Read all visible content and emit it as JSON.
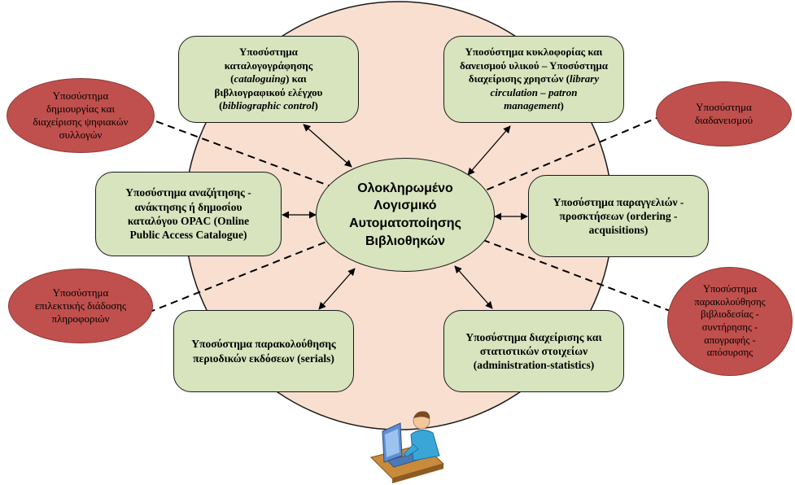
{
  "center": {
    "label": "Ολοκληρωμένο\nΛογισμικό\nΑυτοματοποίησης\nΒιβλιοθηκών"
  },
  "modules": {
    "cataloguing": {
      "line1": "Υποσύστημα\nκαταλογογράφησης\n(",
      "em1": "cataloguing",
      "line2": ") και\nβιβλιογραφικού ελέγχου\n(",
      "em2": "bibliographic control",
      "line3": ")"
    },
    "circulation": {
      "line1": "Υποσύστημα κυκλοφορίας και\nδανεισμού υλικού – Υποσύστημα\nδιαχείρισης χρηστών (",
      "em1": "library\ncirculation – patron\nmanagement",
      "line2": ")"
    },
    "opac": "Υποσύστημα αναζήτησης -\nανάκτησης ή δημοσίου\nκαταλόγου OPAC (Online\nPublic Access Catalogue)",
    "ordering": "Υποσύστημα παραγγελιών -\nπροσκτήσεων (ordering -\nacquisitions)",
    "serials": "Υποσύστημα παρακολούθησης\nπεριοδικών εκδόσεων (serials)",
    "administration": "Υποσύστημα διαχείρισης και\nστατιστικών στοιχείων\n(administration-statistics)"
  },
  "extensions": {
    "digital_collections": "Υποσύστημα\nδημιουργίας και\nδιαχείρισης ψηφιακών\nσυλλογών",
    "interlending": "Υποσύστημα\nδιαδανεισμού",
    "sdi": "Υποσύστημα\nεπιλεκτικής διάδοσης\nπληροφοριών",
    "preservation": "Υποσύστημα\nπαρακολούθησης\nβιβλιοδεσίας -\nσυντήρησης -\nαπογραφής -\nαπόσυρσης"
  },
  "icons": {
    "user": "computer-user-icon"
  },
  "colors": {
    "background_circle": "#f9dfd0",
    "module_fill": "#d7e4bd",
    "extension_fill": "#c0504d",
    "line": "#000000"
  }
}
